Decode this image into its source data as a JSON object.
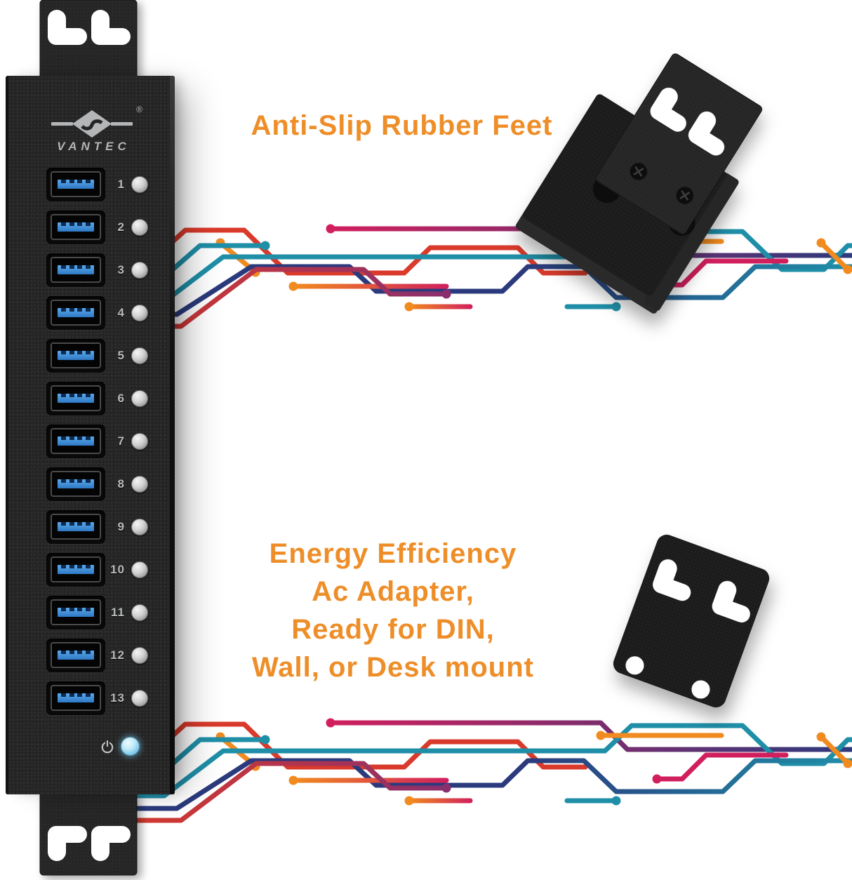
{
  "device": {
    "brand": "VANTEC",
    "registered_mark": "®",
    "ports": [
      {
        "label": "1",
        "led": "off"
      },
      {
        "label": "2",
        "led": "off"
      },
      {
        "label": "3",
        "led": "off"
      },
      {
        "label": "4",
        "led": "off"
      },
      {
        "label": "5",
        "led": "off"
      },
      {
        "label": "6",
        "led": "off"
      },
      {
        "label": "7",
        "led": "off"
      },
      {
        "label": "8",
        "led": "off"
      },
      {
        "label": "9",
        "led": "off"
      },
      {
        "label": "10",
        "led": "off"
      },
      {
        "label": "11",
        "led": "off"
      },
      {
        "label": "12",
        "led": "off"
      },
      {
        "label": "13",
        "led": "off"
      }
    ],
    "power": {
      "led": "on"
    }
  },
  "captions": {
    "anti_slip": "Anti-Slip Rubber Feet",
    "energy_line1": "Energy Efficiency",
    "energy_line2": "Ac Adapter,",
    "energy_line3": "Ready for DIN,",
    "energy_line4": "Wall, or Desk mount"
  },
  "icons": {
    "power": "power-icon",
    "keyhole": "keyhole-slot-icon",
    "screw": "screw-icon",
    "rubber_foot": "rubber-foot-icon",
    "logo": "vantec-logo-icon"
  },
  "colors": {
    "caption_orange": "#ee8e29",
    "usb_port_blue": "#3a87d9",
    "power_led_blue": "#8fd2ef",
    "port_led_silver": "#cfcfcf",
    "trace_palette": [
      "#d93a2b",
      "#f18a1f",
      "#1f8fa8",
      "#2b3a7d",
      "#d11f5d",
      "#8a2f6e"
    ]
  }
}
